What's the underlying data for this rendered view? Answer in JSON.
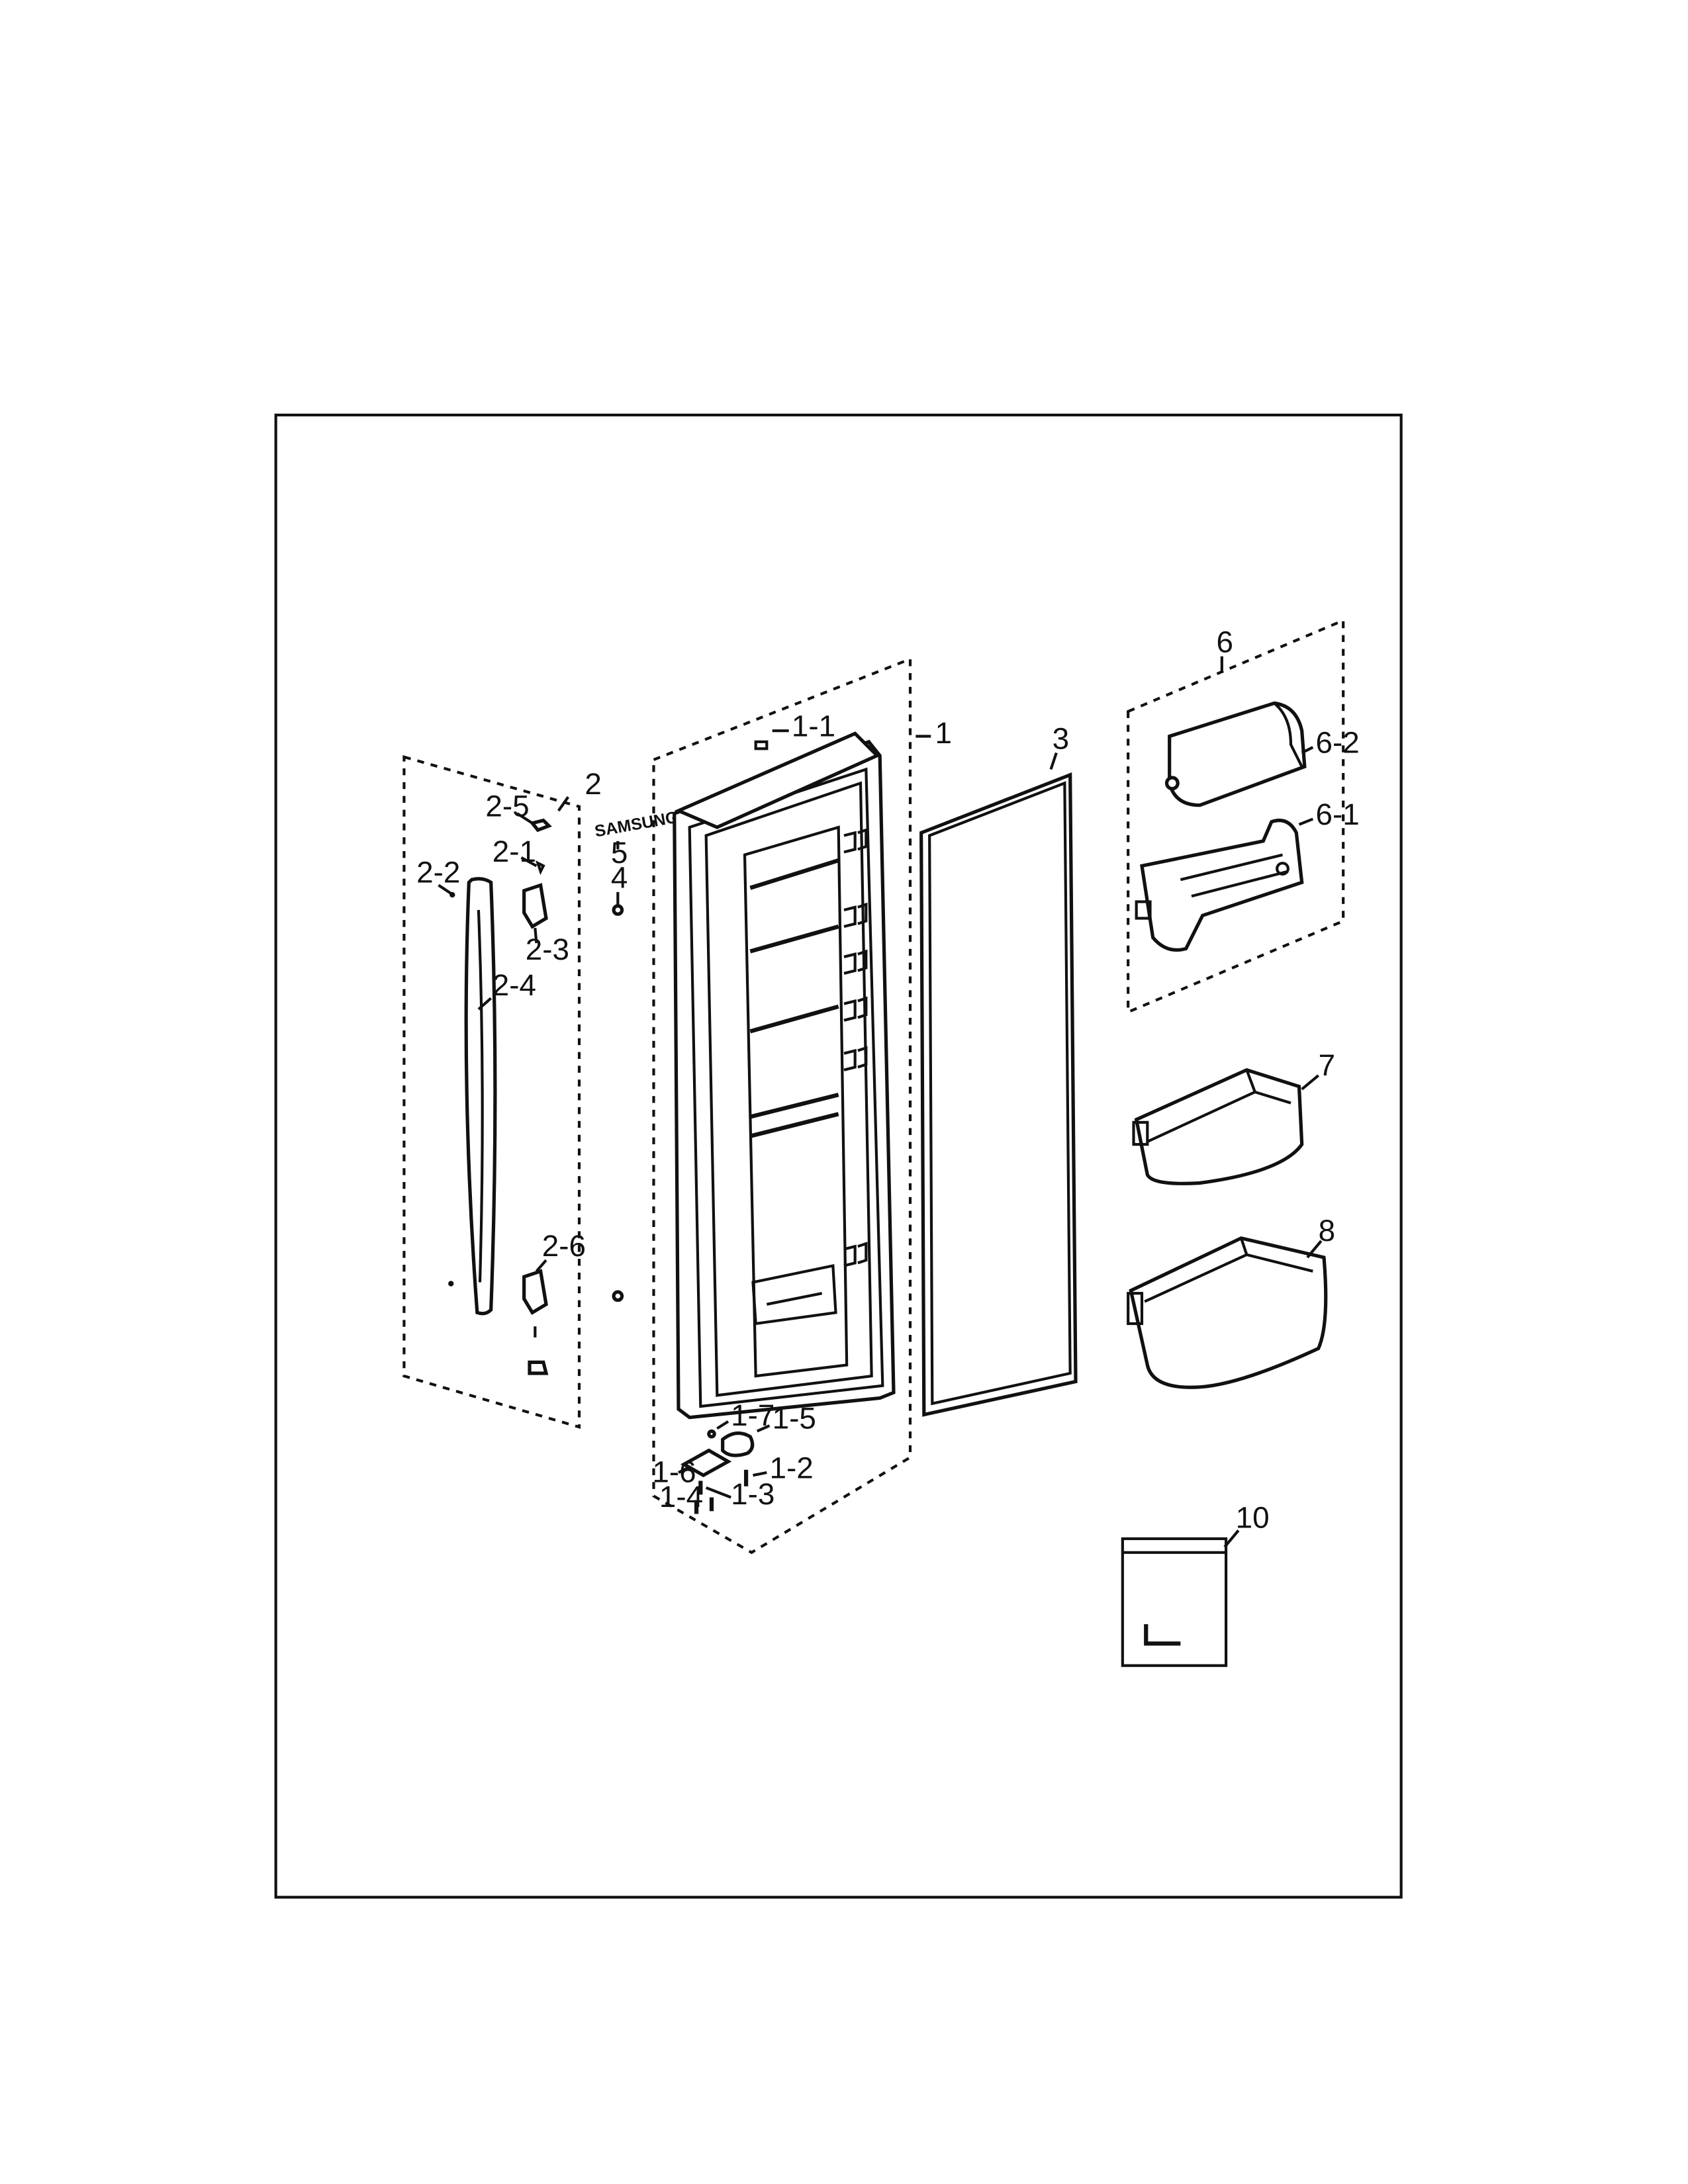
{
  "labels": {
    "l_1": "1",
    "l_1_1": "1-1",
    "l_1_2": "1-2",
    "l_1_3": "1-3",
    "l_1_4": "1-4",
    "l_1_5": "1-5",
    "l_1_6": "1-6",
    "l_1_7": "1-7",
    "l_2": "2",
    "l_2_1": "2-1",
    "l_2_2": "2-2",
    "l_2_3": "2-3",
    "l_2_4": "2-4",
    "l_2_5": "2-5",
    "l_2_6": "2-6",
    "l_3": "3",
    "l_4": "4",
    "l_5": "5",
    "l_6": "6",
    "l_6_1": "6-1",
    "l_6_2": "6-2",
    "l_7": "7",
    "l_8": "8",
    "l_10": "10"
  },
  "brand_text": "SAMSUNG"
}
